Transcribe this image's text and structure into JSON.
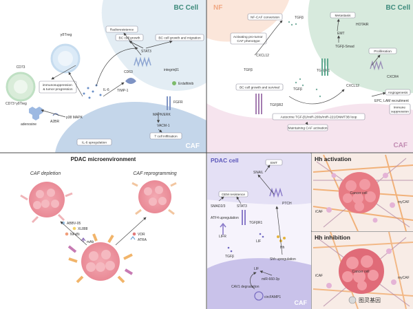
{
  "panel_a": {
    "bc_cell": "BC Cell",
    "caf": "CAF",
    "labels": {
      "gd_treg": "γδTreg",
      "cd73": "CD73",
      "cd73_gd_treg": "CD73⁺γδTreg",
      "immuno": "immunosuppression\n& tumor progression",
      "adenosine": "adenosine",
      "a2br": "A2BR",
      "p38": "p38 MAPK",
      "il6": "IL-6",
      "il6_up": "IL-6 upregulation",
      "radioresistence": "Radioresistence",
      "bc_growth": "BC cell growth",
      "bc_growth_migration": "BC cell growth and migration",
      "stat3": "STAT3",
      "cd63": "CD63",
      "timp1": "TIMP-1",
      "integrin": "integrinβ1",
      "erdafitinib": "Erdafitinib",
      "fgfr": "FGFR",
      "mapk": "MAPK/ERK",
      "vacm1": "VACM-1",
      "tcell": "T cell infiltration"
    }
  },
  "panel_b": {
    "nf": "NF",
    "bc_cell": "BC Cell",
    "caf": "CAF",
    "labels": {
      "nf_caf": "NF-CAF conversion",
      "tgfb": "TGFβ",
      "activating": "Activating pro-tumor\nCAF phenotype",
      "cxcl12": "CXCL12",
      "metastasis": "Metastasis",
      "emt": "EMT",
      "hotair": "HOTAIR",
      "tgfb_smad": "TGFβ-Smad",
      "tgfbr1": "TGFβR1",
      "proliferation": "Proliferation",
      "cxcr4": "CXCR4",
      "bc_growth_survival": "BC cell growth and survival",
      "tgfbr2": "TGFβR2",
      "angiogenesis": "Angiogenesis",
      "epc": "EPC, LAM recruitment",
      "immune_supp": "Immune\nsuppression",
      "autocrine": "Autocrine TGF-β1/miR-200s/miR-221/DNMT3B loop",
      "maintaining": "Maintaining CAF activation"
    }
  },
  "panel_c": {
    "title": "PDAC microenvironment",
    "depletion": "CAF depletion",
    "reprogramming": "CAF reprogramming",
    "drugs_left": [
      "ABBV-05",
      "XL888",
      "NFκBi",
      "mAb"
    ],
    "drugs_right": [
      "VDR",
      "ATRA"
    ]
  },
  "panel_d": {
    "pdac_cell": "PDAC cell",
    "caf": "CAF",
    "labels": {
      "emt": "EMT",
      "snail": "SNAIL",
      "gem": "GEM resistence",
      "smad": "SMAD2/3",
      "stat3": "STAT3",
      "atf4": "ATF4 upregulation",
      "ptch": "PTCH",
      "tgfbr1": "TGFβR1",
      "lifr": "LIFR",
      "lif": "LIF",
      "hh": "Hh",
      "shh": "Shh upregulation",
      "tgfb": "TGFβ",
      "mir": "miR-660-3p",
      "cav1": "CAV1 degradation",
      "circ": "circFAMP1",
      "lif2": "LIF"
    }
  },
  "panel_e": {
    "title": "Hh activation",
    "cancer_cell": "Cancer cell",
    "icaf": "iCAF",
    "mycaf": "myCAF"
  },
  "panel_f": {
    "title": "Hh inhibition",
    "cancer_cell": "Cancer cell",
    "icaf": "iCAF",
    "mycaf": "myCAF",
    "watermark": "图灵基因"
  },
  "colors": {
    "bc_cell_fill": "#e3edf4",
    "caf_fill": "#c4d6ea",
    "bc_green": "#d7eadd",
    "nf_fill": "#fbe6da",
    "caf_pink": "#f6e4ee",
    "pdac_fill": "#e4e0f5",
    "caf_purple": "#c9c2ea",
    "title_bc": "#3c8a7b",
    "title_caf": "#8f9db8",
    "title_nf": "#f0a883",
    "title_pdac": "#5b56b9"
  }
}
